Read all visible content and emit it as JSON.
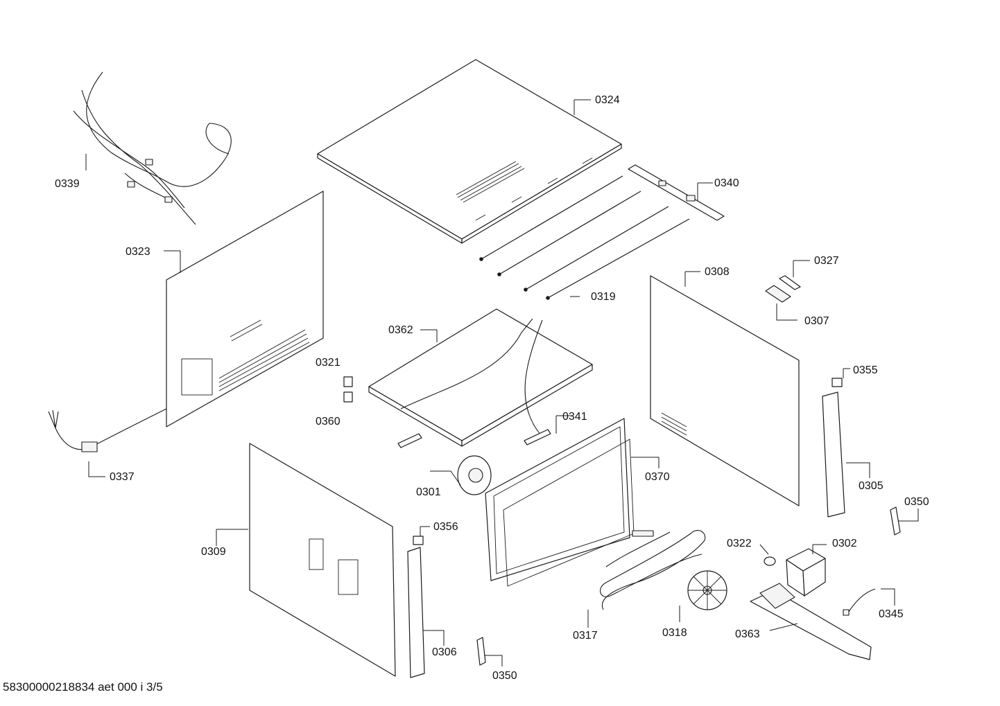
{
  "footer": {
    "drawing_id": "58300000218834 aet 000 i 3/5"
  },
  "parts": {
    "p0301": "0301",
    "p0302": "0302",
    "p0305": "0305",
    "p0306": "0306",
    "p0307": "0307",
    "p0308": "0308",
    "p0309": "0309",
    "p0317": "0317",
    "p0318": "0318",
    "p0319": "0319",
    "p0321": "0321",
    "p0322": "0322",
    "p0323": "0323",
    "p0324": "0324",
    "p0327": "0327",
    "p0337": "0337",
    "p0339": "0339",
    "p0340": "0340",
    "p0341": "0341",
    "p0345": "0345",
    "p0350a": "0350",
    "p0350b": "0350",
    "p0355": "0355",
    "p0356": "0356",
    "p0360": "0360",
    "p0362": "0362",
    "p0363": "0363",
    "p0370": "0370"
  }
}
